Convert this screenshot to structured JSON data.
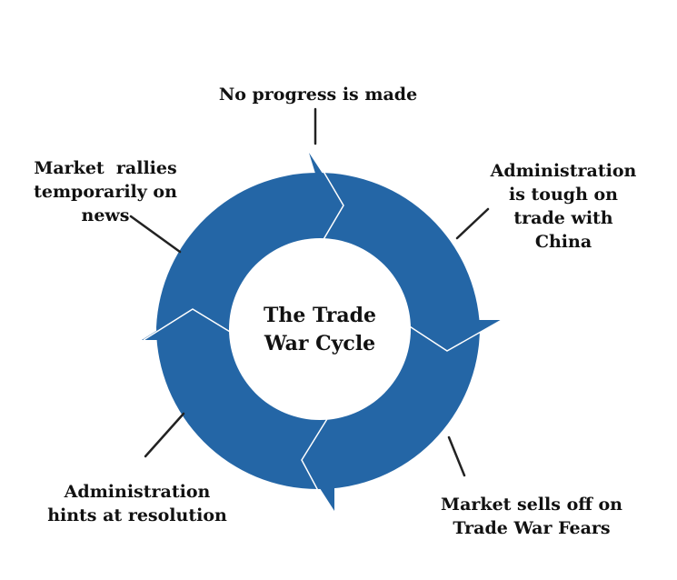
{
  "diagram": {
    "center_title": "The Trade\nWar Cycle",
    "steps": [
      {
        "id": "step-1",
        "text": "No progress is made"
      },
      {
        "id": "step-2",
        "text": "Administration\nis tough on\ntrade with\nChina"
      },
      {
        "id": "step-3",
        "text": "Market sells off on\nTrade War Fears"
      },
      {
        "id": "step-4",
        "text": "Administration\nhints at resolution"
      },
      {
        "id": "step-5",
        "text": "Market  rallies\ntemporarily on\nnews"
      }
    ]
  },
  "colors": {
    "ring": "#2466A6",
    "ring_edge": "#ffffff",
    "connector": "#222222",
    "text": "#111111"
  }
}
